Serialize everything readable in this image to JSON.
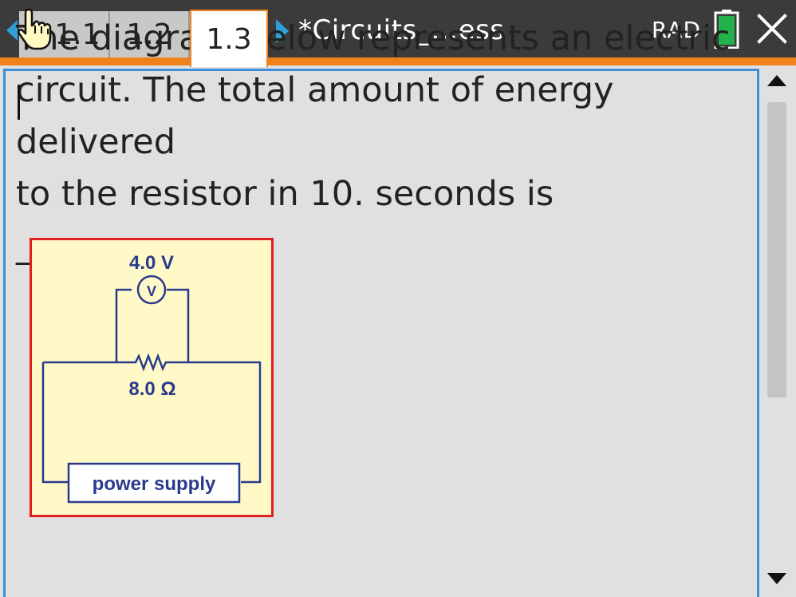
{
  "tabs": [
    {
      "label": "1.1"
    },
    {
      "label": "1.2"
    },
    {
      "label": "1.3",
      "active": true
    }
  ],
  "document": {
    "title": "*Circuits_…ess",
    "angle_mode": "RAD"
  },
  "question": {
    "line1": "The diagram below represents an electric",
    "line2": "circuit. The total amount of energy delivered",
    "line3": "to the resistor in 10. seconds is ___________."
  },
  "circuit": {
    "voltage_label": "4.0 V",
    "voltmeter_symbol": "V",
    "resistance_label": "8.0 Ω",
    "supply_label": "power supply"
  },
  "icons": {
    "nav_left": "chevron-left-icon",
    "nav_right": "chevron-right-icon",
    "cursor": "hand-pointer-icon",
    "battery": "battery-icon",
    "close": "close-icon",
    "scroll_up": "arrow-up-icon",
    "scroll_down": "arrow-down-icon"
  },
  "colors": {
    "accent_orange": "#f0821e",
    "nav_blue": "#2f9fd8",
    "frame_blue": "#3c8fd8",
    "battery_green": "#22b14c",
    "circuit_ink": "#2a3a8c",
    "circuit_border": "#e02020",
    "circuit_bg": "#fff9c8"
  }
}
